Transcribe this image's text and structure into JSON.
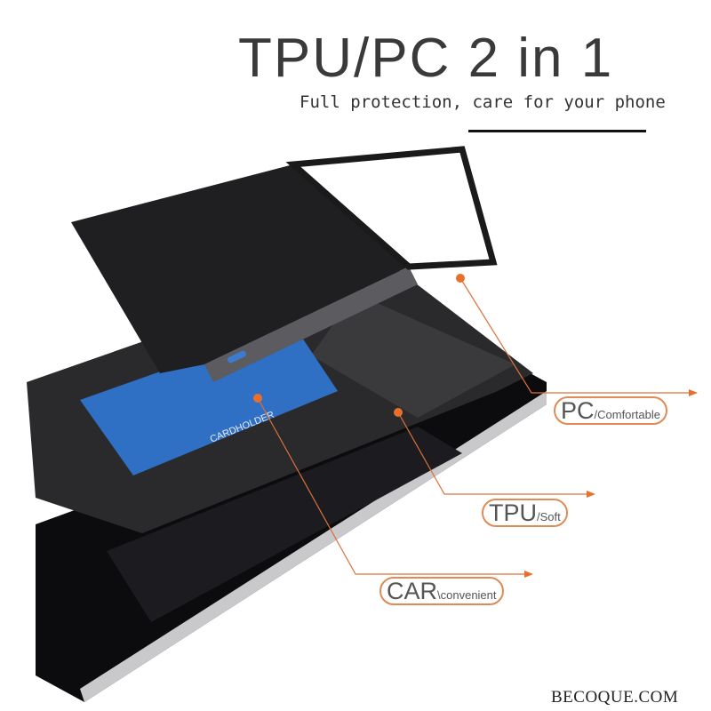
{
  "header": {
    "title": "TPU/PC 2 in 1",
    "subtitle": "Full protection, care for your phone"
  },
  "callouts": [
    {
      "main": "PC",
      "sub": "/Comfortable"
    },
    {
      "main": "TPU",
      "sub": "/Soft"
    },
    {
      "main": "CAR",
      "sub": "\\convenient"
    }
  ],
  "card": {
    "label": "CARDHOLDER"
  },
  "watermark": "BECOQUE.COM",
  "colors": {
    "accent": "#e8702a",
    "pill_border": "#e08a55",
    "card_blue": "#2f6fc4"
  }
}
